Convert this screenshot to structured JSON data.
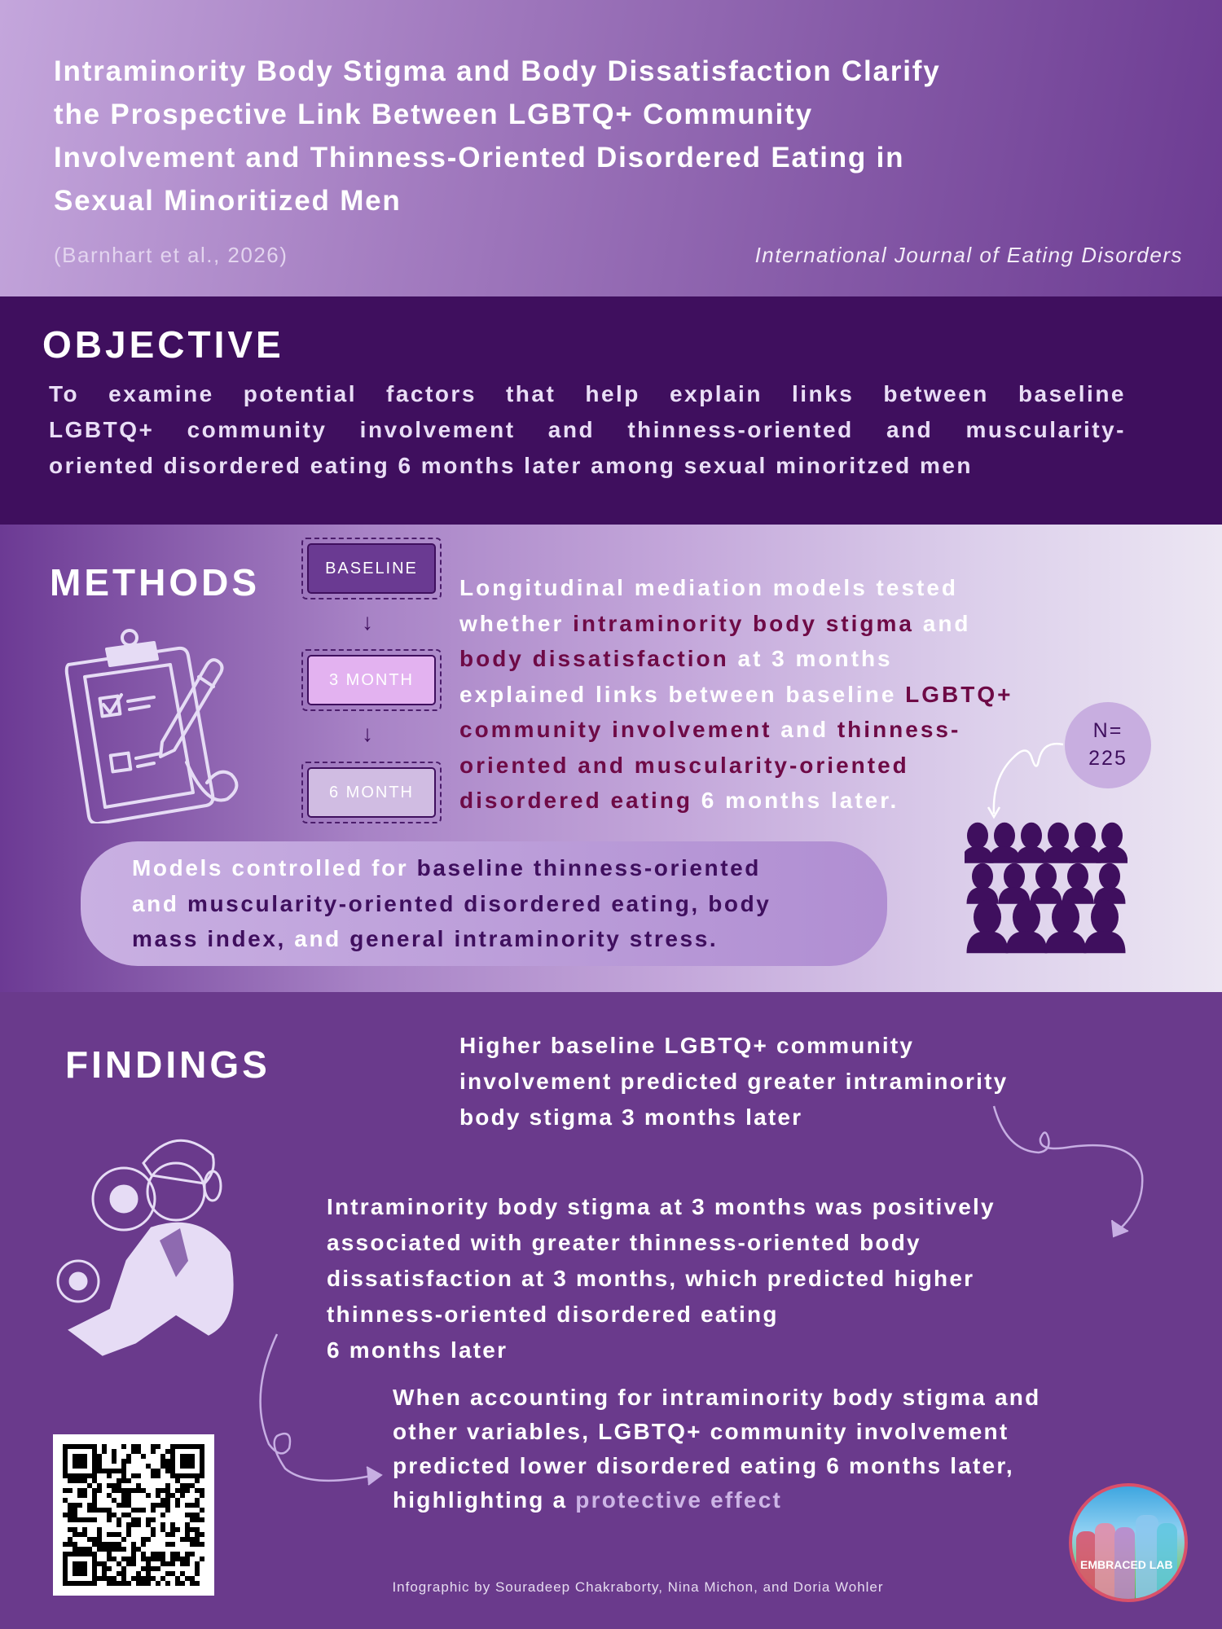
{
  "header": {
    "title_lines": [
      "Intraminority Body Stigma and Body Dissatisfaction Clarify",
      "the Prospective Link Between LGBTQ+ Community",
      "Involvement and Thinness-Oriented Disordered Eating in",
      "Sexual Minoritized Men"
    ],
    "citation": "(Barnhart et al., 2026)",
    "journal": "International Journal of Eating Disorders"
  },
  "objective": {
    "heading": "OBJECTIVE",
    "lines": [
      "To examine potential factors that help explain links between baseline",
      "LGBTQ+ community involvement and thinness-oriented and muscularity-",
      "oriented disordered eating 6 months later among sexual minoritzed men"
    ]
  },
  "methods": {
    "heading": "METHODS",
    "timeline": [
      "BASELINE",
      "3 MONTH",
      "6 MONTH"
    ],
    "timeline_colors": [
      "#6a3a92",
      "#e3b2f0",
      "#d0bce2"
    ],
    "description": [
      [
        {
          "t": "Longitudinal mediation models tested",
          "h": 0
        }
      ],
      [
        {
          "t": "whether ",
          "h": 0
        },
        {
          "t": "intraminority body stigma",
          "h": 1
        },
        {
          "t": " and",
          "h": 0
        }
      ],
      [
        {
          "t": "body dissatisfaction",
          "h": 1
        },
        {
          "t": " at 3 months",
          "h": 0
        }
      ],
      [
        {
          "t": "explained links between baseline ",
          "h": 0
        },
        {
          "t": "LGBTQ+",
          "h": 1
        }
      ],
      [
        {
          "t": "community involvement",
          "h": 1
        },
        {
          "t": " and ",
          "h": 0
        },
        {
          "t": "thinness-",
          "h": 1
        }
      ],
      [
        {
          "t": "oriented and muscularity-oriented",
          "h": 1
        }
      ],
      [
        {
          "t": "disordered eating",
          "h": 1
        },
        {
          "t": " 6 ",
          "h": 0
        },
        {
          "t": "months later.",
          "h": 0
        }
      ]
    ],
    "sample_label": "N=",
    "sample_size": "225",
    "controls": [
      [
        {
          "t": "Models controlled for ",
          "h": 0
        },
        {
          "t": "baseline thinness-oriented",
          "h": 1
        }
      ],
      [
        {
          "t": "and ",
          "h": 0
        },
        {
          "t": "muscularity-oriented disordered eating, body",
          "h": 1
        }
      ],
      [
        {
          "t": "mass index, ",
          "h": 1
        },
        {
          "t": "and ",
          "h": 0
        },
        {
          "t": "general intraminority stress.",
          "h": 1
        }
      ]
    ]
  },
  "findings": {
    "heading": "FINDINGS",
    "f1": [
      "Higher baseline LGBTQ+ community",
      "involvement predicted greater intraminority",
      "body stigma 3 months later"
    ],
    "f2": [
      "Intraminority body stigma at 3 months was positively",
      "associated with greater thinness-oriented body",
      "dissatisfaction at 3 months, which predicted higher",
      "thinness-oriented disordered eating",
      "6 months later"
    ],
    "f3": [
      "When accounting for intraminority body stigma and",
      "other variables, LGBTQ+ community involvement",
      "predicted lower disordered eating 6 months later,"
    ],
    "f3_last_prefix": "highlighting a ",
    "f3_last_emphasis": "protective effect"
  },
  "footer": {
    "credit": "Infographic by Souradeep Chakraborty, Nina Michon, and Doria Wohler",
    "logo_text": "EMBRACED LAB"
  },
  "colors": {
    "objective_bg": "#3f0f5e",
    "findings_bg": "#6a3a8c",
    "highlight": "#6e0a46",
    "people": "#3f0f5e"
  }
}
